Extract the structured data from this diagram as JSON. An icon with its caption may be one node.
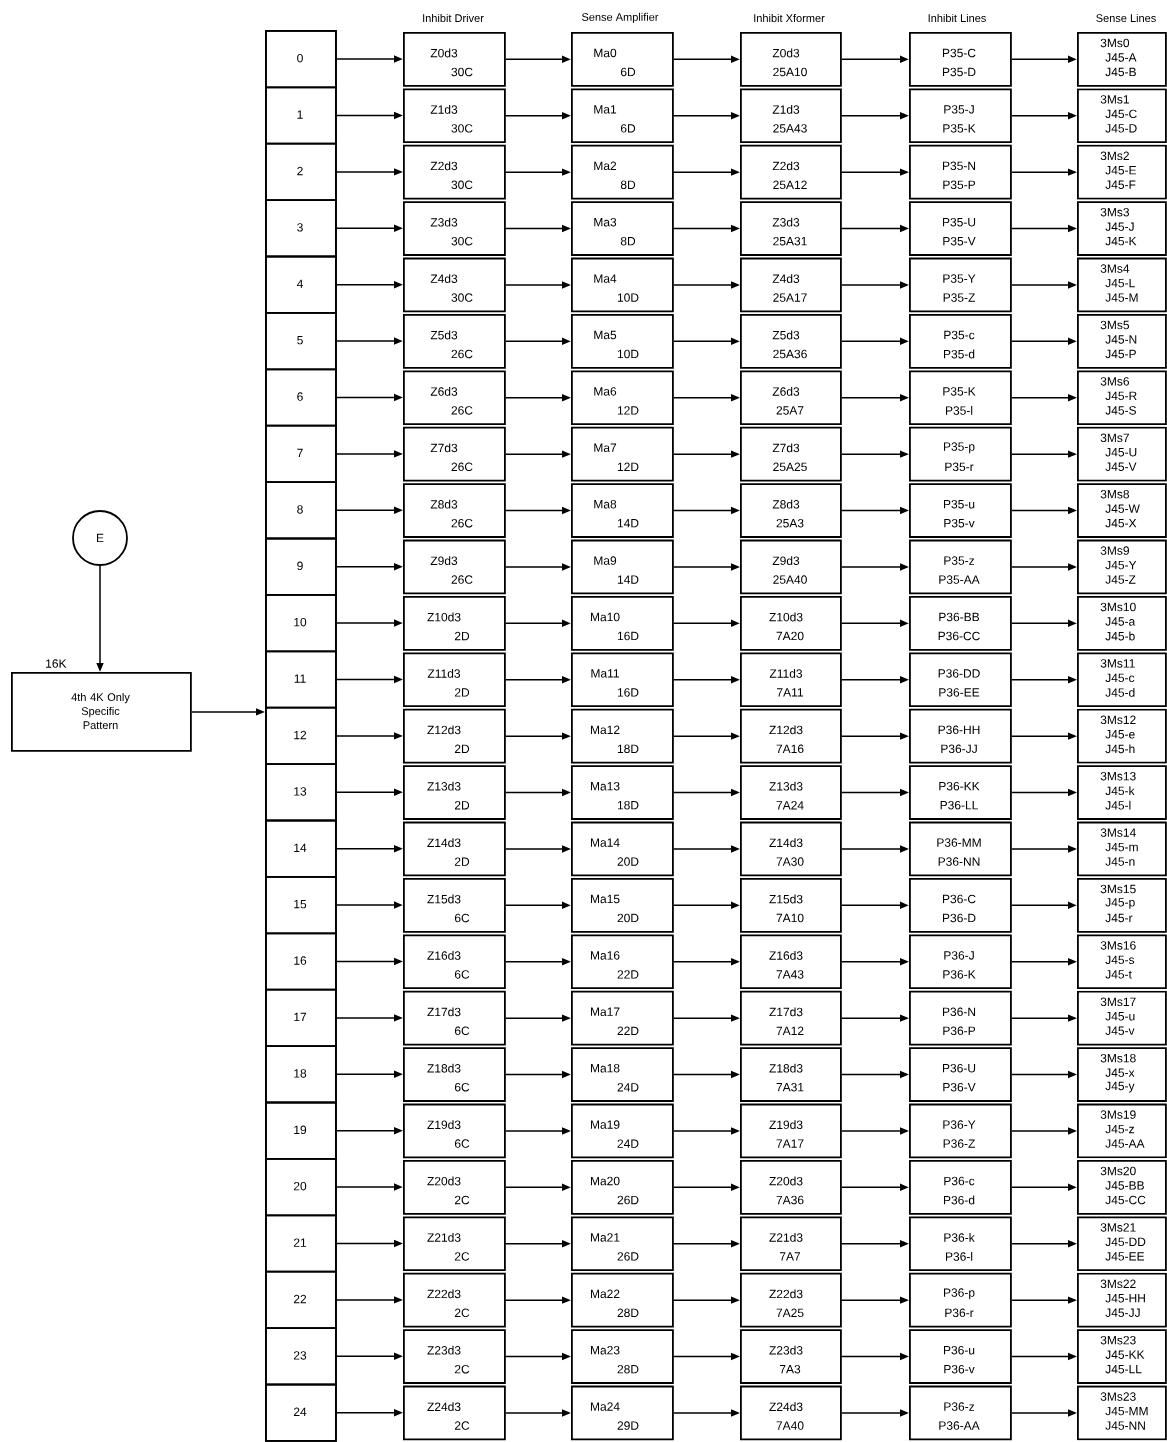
{
  "diagram": {
    "nodes": [
      {
        "text": [
          "E"
        ]
      },
      {
        "text": [
          "4th 4K Only Specific Pattern"
        ],
        "beside": [
          "16K"
        ]
      },
      {
        "text": [],
        "shape": "box"
      },
      {
        "text": [
          "0"
        ],
        "in": 2
      },
      {
        "text": [
          "Z0d3",
          "30C"
        ]
      },
      {
        "text": [
          "Ma0",
          "6D"
        ]
      },
      {
        "text": [
          "Z0d3",
          "25A10"
        ]
      },
      {
        "text": [
          "P35-C",
          "P35-D"
        ]
      },
      {
        "text": [
          "3Ms0",
          "J45-A",
          "J45-B"
        ]
      },
      {
        "text": [
          "1"
        ],
        "in": 2
      },
      {
        "text": [
          "Z1d3",
          "30C"
        ]
      },
      {
        "text": [
          "Ma1",
          "6D"
        ]
      },
      {
        "text": [
          "Z1d3",
          "25A43"
        ]
      },
      {
        "text": [
          "P35-J",
          "P35-K"
        ]
      },
      {
        "text": [
          "3Ms1",
          "J45-C",
          "J45-D"
        ]
      },
      {
        "text": [
          "2"
        ],
        "in": 2
      },
      {
        "text": [
          "Z2d3",
          "30C"
        ]
      },
      {
        "text": [
          "Ma2",
          "8D"
        ]
      },
      {
        "text": [
          "Z2d3",
          "25A12"
        ]
      },
      {
        "text": [
          "P35-N",
          "P35-P"
        ]
      },
      {
        "text": [
          "3Ms2",
          "J45-E",
          "J45-F"
        ]
      },
      {
        "text": [
          "3"
        ],
        "in": 2
      },
      {
        "text": [
          "Z3d3",
          "30C"
        ]
      },
      {
        "text": [
          "Ma3",
          "8D"
        ]
      },
      {
        "text": [
          "Z3d3",
          "25A31"
        ]
      },
      {
        "text": [
          "P35-U",
          "P35-V"
        ]
      },
      {
        "text": [
          "3Ms3",
          "J45-J",
          "J45-K"
        ]
      },
      {
        "text": [
          "4"
        ],
        "in": 2
      },
      {
        "text": [
          "Z4d3",
          "30C"
        ]
      },
      {
        "text": [
          "Ma4",
          "10D"
        ]
      },
      {
        "text": [
          "Z4d3",
          "25A17"
        ]
      },
      {
        "text": [
          "P35-Y",
          "P35-Z"
        ]
      },
      {
        "text": [
          "3Ms4",
          "J45-L",
          "J45-M"
        ]
      },
      {
        "text": [
          "5"
        ],
        "in": 2
      },
      {
        "text": [
          "Z5d3",
          "26C"
        ]
      },
      {
        "text": [
          "Ma5",
          "10D"
        ]
      },
      {
        "text": [
          "Z5d3",
          "25A36"
        ]
      },
      {
        "text": [
          "P35-c",
          "P35-d"
        ]
      },
      {
        "text": [
          "3Ms5",
          "J45-N",
          "J45-P"
        ]
      },
      {
        "text": [
          "6"
        ],
        "in": 2
      },
      {
        "text": [
          "Z6d3",
          "26C"
        ]
      },
      {
        "text": [
          "Ma6",
          "12D"
        ]
      },
      {
        "text": [
          "Z6d3",
          "25A7"
        ]
      },
      {
        "text": [
          "P35-K",
          "P35-l"
        ]
      },
      {
        "text": [
          "3Ms6",
          "J45-R",
          "J45-S"
        ]
      },
      {
        "text": [
          "7"
        ],
        "in": 2
      },
      {
        "text": [
          "Z7d3",
          "26C"
        ]
      },
      {
        "text": [
          "Ma7",
          "12D"
        ]
      },
      {
        "text": [
          "Z7d3",
          "25A25"
        ]
      },
      {
        "text": [
          "P35-p",
          "P35-r"
        ]
      },
      {
        "text": [
          "3Ms7",
          "J45-U",
          "J45-V"
        ]
      },
      {
        "text": [
          "8"
        ],
        "in": 2
      },
      {
        "text": [
          "Z8d3",
          "26C"
        ]
      },
      {
        "text": [
          "Ma8",
          "14D"
        ]
      },
      {
        "text": [
          "Z8d3",
          "25A3"
        ]
      },
      {
        "text": [
          "P35-u",
          "P35-v"
        ]
      },
      {
        "text": [
          "3Ms8",
          "J45-W",
          "J45-X"
        ]
      },
      {
        "text": [
          "9"
        ],
        "in": 2
      },
      {
        "text": [
          "Z9d3",
          "26C"
        ]
      },
      {
        "text": [
          "Ma9",
          "14D"
        ]
      },
      {
        "text": [
          "Z9d3",
          "25A40"
        ]
      },
      {
        "text": [
          "P35-z",
          "P35-AA"
        ]
      },
      {
        "text": [
          "3Ms9",
          "J45-Y",
          "J45-Z"
        ]
      },
      {
        "text": [
          "10"
        ],
        "in": 2
      },
      {
        "text": [
          "Z10d3",
          "2D"
        ]
      },
      {
        "text": [
          "Ma10",
          "16D"
        ]
      },
      {
        "text": [
          "Z10d3",
          "7A20"
        ]
      },
      {
        "text": [
          "P36-BB",
          "P36-CC"
        ]
      },
      {
        "text": [
          "3Ms10",
          "J45-a",
          "J45-b"
        ]
      },
      {
        "text": [
          "11"
        ],
        "in": 2
      },
      {
        "text": [
          "Z11d3",
          "2D"
        ]
      },
      {
        "text": [
          "Ma11",
          "16D"
        ]
      },
      {
        "text": [
          "Z11d3",
          "7A11"
        ]
      },
      {
        "text": [
          "P36-DD",
          "P36-EE"
        ]
      },
      {
        "text": [
          "3Ms11",
          "J45-c",
          "J45-d"
        ]
      },
      {
        "text": [
          "12"
        ],
        "in": 2
      },
      {
        "text": [
          "Z12d3",
          "2D"
        ]
      },
      {
        "text": [
          "Ma12",
          "18D"
        ]
      },
      {
        "text": [
          "Z12d3",
          "7A16"
        ]
      },
      {
        "text": [
          "P36-HH",
          "P36-JJ"
        ]
      },
      {
        "text": [
          "3Ms12",
          "J45-e",
          "J45-h"
        ]
      },
      {
        "text": [
          "13"
        ],
        "in": 2
      },
      {
        "text": [
          "Z13d3",
          "2D"
        ]
      },
      {
        "text": [
          "Ma13",
          "18D"
        ]
      },
      {
        "text": [
          "Z13d3",
          "7A24"
        ]
      },
      {
        "text": [
          "P36-KK",
          "P36-LL"
        ]
      },
      {
        "text": [
          "3Ms13",
          "J45-k",
          "J45-l"
        ]
      },
      {
        "text": [
          "14"
        ],
        "in": 2
      },
      {
        "text": [
          "Z14d3",
          "2D"
        ]
      },
      {
        "text": [
          "Ma14",
          "20D"
        ]
      },
      {
        "text": [
          "Z14d3",
          "7A30"
        ]
      },
      {
        "text": [
          "P36-MM",
          "P36-NN"
        ]
      },
      {
        "text": [
          "3Ms14",
          "J45-m",
          "J45-n"
        ]
      },
      {
        "text": [
          "15"
        ],
        "in": 2
      },
      {
        "text": [
          "Z15d3",
          "6C"
        ]
      },
      {
        "text": [
          "Ma15",
          "20D"
        ]
      },
      {
        "text": [
          "Z15d3",
          "7A10"
        ]
      },
      {
        "text": [
          "P36-C",
          "P36-D"
        ]
      },
      {
        "text": [
          "3Ms15",
          "J45-p",
          "J45-r"
        ]
      },
      {
        "text": [
          "16"
        ],
        "in": 2
      },
      {
        "text": [
          "Z16d3",
          "6C"
        ]
      },
      {
        "text": [
          "Ma16",
          "22D"
        ]
      },
      {
        "text": [
          "Z16d3",
          "7A43"
        ]
      },
      {
        "text": [
          "P36-J",
          "P36-K"
        ]
      },
      {
        "text": [
          "3Ms16",
          "J45-s",
          "J45-t"
        ]
      },
      {
        "text": [
          "17"
        ],
        "in": 2
      },
      {
        "text": [
          "Z17d3",
          "6C"
        ]
      },
      {
        "text": [
          "Ma17",
          "22D"
        ]
      },
      {
        "text": [
          "Z17d3",
          "7A12"
        ]
      },
      {
        "text": [
          "P36-N",
          "P36-P"
        ]
      },
      {
        "text": [
          "3Ms17",
          "J45-u",
          "J45-v"
        ]
      },
      {
        "text": [
          "18"
        ],
        "in": 2
      },
      {
        "text": [
          "Z18d3",
          "6C"
        ]
      },
      {
        "text": [
          "Ma18",
          "24D"
        ]
      },
      {
        "text": [
          "Z18d3",
          "7A31"
        ]
      },
      {
        "text": [
          "P36-U",
          "P36-V"
        ]
      },
      {
        "text": [
          "3Ms18",
          "J45-x",
          "J45-y"
        ]
      },
      {
        "text": [
          "19"
        ],
        "in": 2
      },
      {
        "text": [
          "Z19d3",
          "6C"
        ]
      },
      {
        "text": [
          "Ma19",
          "24D"
        ]
      },
      {
        "text": [
          "Z19d3",
          "7A17"
        ]
      },
      {
        "text": [
          "P36-Y",
          "P36-Z"
        ]
      },
      {
        "text": [
          "3Ms19",
          "J45-z",
          "J45-AA"
        ]
      },
      {
        "text": [
          "20"
        ],
        "in": 2
      },
      {
        "text": [
          "Z20d3",
          "2C"
        ]
      },
      {
        "text": [
          "Ma20",
          "26D"
        ]
      },
      {
        "text": [
          "Z20d3",
          "7A36"
        ]
      },
      {
        "text": [
          "P36-c",
          "P36-d"
        ]
      },
      {
        "text": [
          "3Ms20",
          "J45-BB",
          "J45-CC"
        ]
      },
      {
        "text": [
          "21"
        ],
        "in": 2
      },
      {
        "text": [
          "Z21d3",
          "2C"
        ]
      },
      {
        "text": [
          "Ma21",
          "26D"
        ]
      },
      {
        "text": [
          "Z21d3",
          "7A7"
        ]
      },
      {
        "text": [
          "P36-k",
          "P36-l"
        ]
      },
      {
        "text": [
          "3Ms21",
          "J45-DD",
          "J45-EE"
        ]
      },
      {
        "text": [
          "22"
        ],
        "in": 2
      },
      {
        "text": [
          "Z22d3",
          "2C"
        ]
      },
      {
        "text": [
          "Ma22",
          "28D"
        ]
      },
      {
        "text": [
          "Z22d3",
          "7A25"
        ]
      },
      {
        "text": [
          "P36-p",
          "P36-r"
        ]
      },
      {
        "text": [
          "3Ms22",
          "J45-HH",
          "J45-JJ"
        ]
      },
      {
        "text": [
          "23"
        ],
        "in": 2
      },
      {
        "text": [
          "Z23d3",
          "2C"
        ]
      },
      {
        "text": [
          "Ma23",
          "28D"
        ]
      },
      {
        "text": [
          "Z23d3",
          "7A3"
        ]
      },
      {
        "text": [
          "P36-u",
          "P36-v"
        ]
      },
      {
        "text": [
          "3Ms23",
          "J45-KK",
          "J45-LL"
        ]
      },
      {
        "text": [
          "24"
        ],
        "in": 2
      },
      {
        "text": [
          "Z24d3",
          "2C"
        ]
      },
      {
        "text": [
          "Ma24",
          "29D"
        ]
      },
      {
        "text": [
          "Z24d3",
          "7A40"
        ]
      },
      {
        "text": [
          "P36-z",
          "P36-AA"
        ]
      },
      {
        "text": [
          "3Ms23",
          "J45-MM",
          "J45-NN"
        ]
      }
    ],
    "edges": [
      {
        "from": 0,
        "to": 1,
        "arrow": "to"
      },
      {
        "from": 1,
        "to": 2,
        "arrow": "to"
      },
      {
        "from": 3,
        "to": 4,
        "arrow": "to"
      },
      {
        "from": 4,
        "to": 5,
        "arrow": "to"
      },
      {
        "from": 5,
        "to": 6,
        "arrow": "to"
      },
      {
        "from": 6,
        "to": 7,
        "arrow": "to"
      },
      {
        "from": 7,
        "to": 8,
        "arrow": "to"
      },
      {
        "from": 9,
        "to": 10,
        "arrow": "to"
      },
      {
        "from": 10,
        "to": 11,
        "arrow": "to"
      },
      {
        "from": 11,
        "to": 12,
        "arrow": "to"
      },
      {
        "from": 12,
        "to": 13,
        "arrow": "to"
      },
      {
        "from": 13,
        "to": 14,
        "arrow": "to"
      },
      {
        "from": 15,
        "to": 16,
        "arrow": "to"
      },
      {
        "from": 16,
        "to": 17,
        "arrow": "to"
      },
      {
        "from": 17,
        "to": 18,
        "arrow": "to"
      },
      {
        "from": 18,
        "to": 19,
        "arrow": "to"
      },
      {
        "from": 19,
        "to": 20,
        "arrow": "to"
      },
      {
        "from": 21,
        "to": 22,
        "arrow": "to"
      },
      {
        "from": 22,
        "to": 23,
        "arrow": "to"
      },
      {
        "from": 23,
        "to": 24,
        "arrow": "to"
      },
      {
        "from": 24,
        "to": 25,
        "arrow": "to"
      },
      {
        "from": 25,
        "to": 26,
        "arrow": "to"
      },
      {
        "from": 27,
        "to": 28,
        "arrow": "to"
      },
      {
        "from": 28,
        "to": 29,
        "arrow": "to"
      },
      {
        "from": 29,
        "to": 30,
        "arrow": "to"
      },
      {
        "from": 30,
        "to": 31,
        "arrow": "to"
      },
      {
        "from": 31,
        "to": 32,
        "arrow": "to"
      },
      {
        "from": 33,
        "to": 34,
        "arrow": "to"
      },
      {
        "from": 34,
        "to": 35,
        "arrow": "to"
      },
      {
        "from": 35,
        "to": 36,
        "arrow": "to"
      },
      {
        "from": 36,
        "to": 37,
        "arrow": "to"
      },
      {
        "from": 37,
        "to": 38,
        "arrow": "to"
      },
      {
        "from": 39,
        "to": 40,
        "arrow": "to"
      },
      {
        "from": 40,
        "to": 41,
        "arrow": "to"
      },
      {
        "from": 41,
        "to": 42,
        "arrow": "to"
      },
      {
        "from": 42,
        "to": 43,
        "arrow": "to"
      },
      {
        "from": 43,
        "to": 44,
        "arrow": "to"
      },
      {
        "from": 45,
        "to": 46,
        "arrow": "to"
      },
      {
        "from": 46,
        "to": 47,
        "arrow": "to"
      },
      {
        "from": 47,
        "to": 48,
        "arrow": "to"
      },
      {
        "from": 48,
        "to": 49,
        "arrow": "to"
      },
      {
        "from": 49,
        "to": 50,
        "arrow": "to"
      },
      {
        "from": 51,
        "to": 52,
        "arrow": "to"
      },
      {
        "from": 52,
        "to": 53,
        "arrow": "to"
      },
      {
        "from": 53,
        "to": 54,
        "arrow": "to"
      },
      {
        "from": 54,
        "to": 55,
        "arrow": "to"
      },
      {
        "from": 55,
        "to": 56,
        "arrow": "to"
      },
      {
        "from": 57,
        "to": 58,
        "arrow": "to"
      },
      {
        "from": 58,
        "to": 59,
        "arrow": "to"
      },
      {
        "from": 59,
        "to": 60,
        "arrow": "to"
      },
      {
        "from": 60,
        "to": 61,
        "arrow": "to"
      },
      {
        "from": 61,
        "to": 62,
        "arrow": "to"
      },
      {
        "from": 63,
        "to": 64,
        "arrow": "to"
      },
      {
        "from": 64,
        "to": 65,
        "arrow": "to"
      },
      {
        "from": 65,
        "to": 66,
        "arrow": "to"
      },
      {
        "from": 66,
        "to": 67,
        "arrow": "to"
      },
      {
        "from": 67,
        "to": 68,
        "arrow": "to"
      },
      {
        "from": 69,
        "to": 70,
        "arrow": "to"
      },
      {
        "from": 70,
        "to": 71,
        "arrow": "to"
      },
      {
        "from": 71,
        "to": 72,
        "arrow": "to"
      },
      {
        "from": 72,
        "to": 73,
        "arrow": "to"
      },
      {
        "from": 73,
        "to": 74,
        "arrow": "to"
      },
      {
        "from": 75,
        "to": 76,
        "arrow": "to"
      },
      {
        "from": 76,
        "to": 77,
        "arrow": "to"
      },
      {
        "from": 77,
        "to": 78,
        "arrow": "to"
      },
      {
        "from": 78,
        "to": 79,
        "arrow": "to"
      },
      {
        "from": 79,
        "to": 80,
        "arrow": "to"
      },
      {
        "from": 81,
        "to": 82,
        "arrow": "to"
      },
      {
        "from": 82,
        "to": 83,
        "arrow": "to"
      },
      {
        "from": 83,
        "to": 84,
        "arrow": "to"
      },
      {
        "from": 84,
        "to": 85,
        "arrow": "to"
      },
      {
        "from": 85,
        "to": 86,
        "arrow": "to"
      },
      {
        "from": 87,
        "to": 88,
        "arrow": "to"
      },
      {
        "from": 88,
        "to": 89,
        "arrow": "to"
      },
      {
        "from": 89,
        "to": 90,
        "arrow": "to"
      },
      {
        "from": 90,
        "to": 91,
        "arrow": "to"
      },
      {
        "from": 91,
        "to": 92,
        "arrow": "to"
      },
      {
        "from": 93,
        "to": 94,
        "arrow": "to"
      },
      {
        "from": 94,
        "to": 95,
        "arrow": "to"
      },
      {
        "from": 95,
        "to": 96,
        "arrow": "to"
      },
      {
        "from": 96,
        "to": 97,
        "arrow": "to"
      },
      {
        "from": 97,
        "to": 98,
        "arrow": "to"
      },
      {
        "from": 99,
        "to": 100,
        "arrow": "to"
      },
      {
        "from": 100,
        "to": 101,
        "arrow": "to"
      },
      {
        "from": 101,
        "to": 102,
        "arrow": "to"
      },
      {
        "from": 102,
        "to": 103,
        "arrow": "to"
      },
      {
        "from": 103,
        "to": 104,
        "arrow": "to"
      },
      {
        "from": 105,
        "to": 106,
        "arrow": "to"
      },
      {
        "from": 106,
        "to": 107,
        "arrow": "to"
      },
      {
        "from": 107,
        "to": 108,
        "arrow": "to"
      },
      {
        "from": 108,
        "to": 109,
        "arrow": "to"
      },
      {
        "from": 109,
        "to": 110,
        "arrow": "to"
      },
      {
        "from": 111,
        "to": 112,
        "arrow": "to"
      },
      {
        "from": 112,
        "to": 113,
        "arrow": "to"
      },
      {
        "from": 113,
        "to": 114,
        "arrow": "to"
      },
      {
        "from": 114,
        "to": 115,
        "arrow": "to"
      },
      {
        "from": 115,
        "to": 116,
        "arrow": "to"
      },
      {
        "from": 117,
        "to": 118,
        "arrow": "to"
      },
      {
        "from": 118,
        "to": 119,
        "arrow": "to"
      },
      {
        "from": 119,
        "to": 120,
        "arrow": "to"
      },
      {
        "from": 120,
        "to": 121,
        "arrow": "to"
      },
      {
        "from": 121,
        "to": 122,
        "arrow": "to"
      },
      {
        "from": 123,
        "to": 124,
        "arrow": "to"
      },
      {
        "from": 124,
        "to": 125,
        "arrow": "to"
      },
      {
        "from": 125,
        "to": 126,
        "arrow": "to"
      },
      {
        "from": 126,
        "to": 127,
        "arrow": "to"
      },
      {
        "from": 127,
        "to": 128,
        "arrow": "to"
      },
      {
        "from": 129,
        "to": 130,
        "arrow": "to"
      },
      {
        "from": 130,
        "to": 131,
        "arrow": "to"
      },
      {
        "from": 131,
        "to": 132,
        "arrow": "to"
      },
      {
        "from": 132,
        "to": 133,
        "arrow": "to"
      },
      {
        "from": 133,
        "to": 134,
        "arrow": "to"
      },
      {
        "from": 135,
        "to": 136,
        "arrow": "to"
      },
      {
        "from": 136,
        "to": 137,
        "arrow": "to"
      },
      {
        "from": 137,
        "to": 138,
        "arrow": "to"
      },
      {
        "from": 138,
        "to": 139,
        "arrow": "to"
      },
      {
        "from": 139,
        "to": 140,
        "arrow": "to"
      },
      {
        "from": 141,
        "to": 142,
        "arrow": "to"
      },
      {
        "from": 142,
        "to": 143,
        "arrow": "to"
      },
      {
        "from": 143,
        "to": 144,
        "arrow": "to"
      },
      {
        "from": 144,
        "to": 145,
        "arrow": "to"
      },
      {
        "from": 145,
        "to": 146,
        "arrow": "to"
      },
      {
        "from": 147,
        "to": 148,
        "arrow": "to"
      },
      {
        "from": 148,
        "to": 149,
        "arrow": "to"
      },
      {
        "from": 149,
        "to": 150,
        "arrow": "to"
      },
      {
        "from": 150,
        "to": 151,
        "arrow": "to"
      },
      {
        "from": 151,
        "to": 152,
        "arrow": "to"
      }
    ],
    "labels": [
      "Inhibit Driver",
      "Sense Amplifier",
      "Inhibit Xformer",
      "Inhibit Lines",
      "Sense Lines"
    ]
  }
}
